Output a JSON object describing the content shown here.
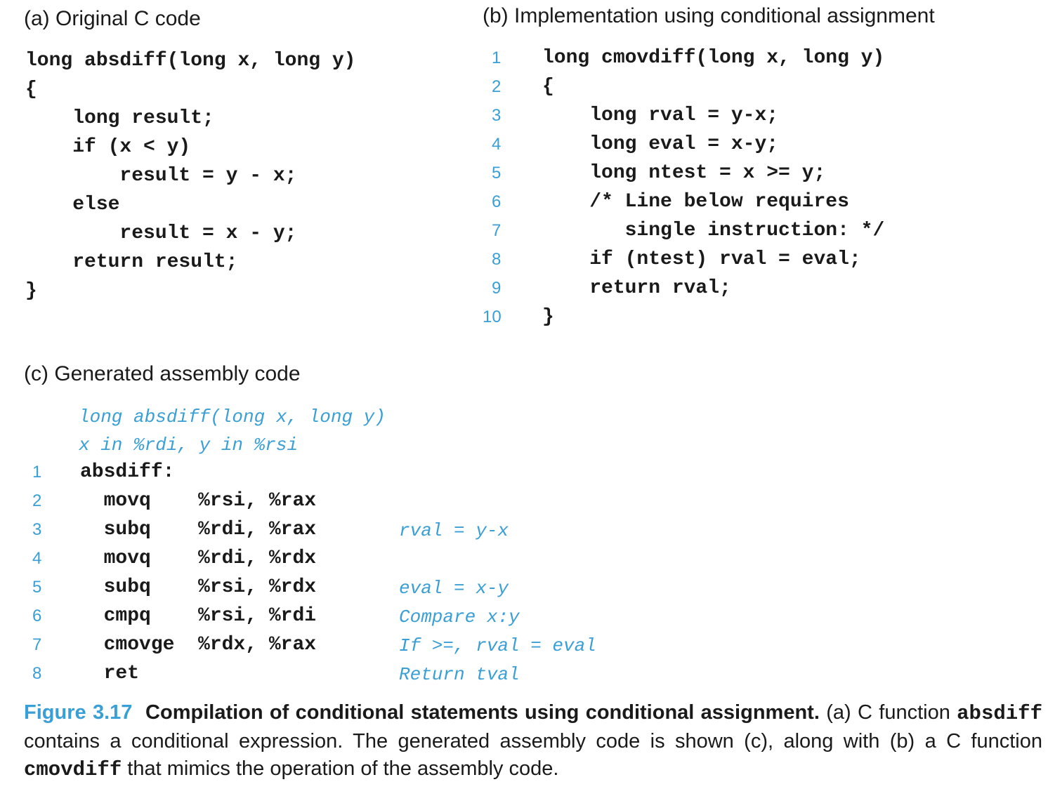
{
  "panel_a": {
    "title": "(a) Original C code",
    "lines": [
      "long absdiff(long x, long y)",
      "{",
      "    long result;",
      "    if (x < y)",
      "        result = y - x;",
      "    else",
      "        result = x - y;",
      "    return result;",
      "}"
    ]
  },
  "panel_b": {
    "title": "(b) Implementation using conditional assignment",
    "line_numbers": [
      "1",
      "2",
      "3",
      "4",
      "5",
      "6",
      "7",
      "8",
      "9",
      "10"
    ],
    "lines": [
      "long cmovdiff(long x, long y)",
      "{",
      "    long rval = y-x;",
      "    long eval = x-y;",
      "    long ntest = x >= y;",
      "    /* Line below requires",
      "       single instruction: */",
      "    if (ntest) rval = eval;",
      "    return rval;",
      "}"
    ]
  },
  "panel_c": {
    "title": "(c) Generated assembly code",
    "header_comments": [
      "long absdiff(long x, long y)",
      "x in %rdi, y in %rsi"
    ],
    "line_numbers": [
      "1",
      "2",
      "3",
      "4",
      "5",
      "6",
      "7",
      "8"
    ],
    "lines": [
      "absdiff:",
      "  movq    %rsi, %rax",
      "  subq    %rdi, %rax",
      "  movq    %rdi, %rdx",
      "  subq    %rsi, %rdx",
      "  cmpq    %rsi, %rdi",
      "  cmovge  %rdx, %rax",
      "  ret"
    ],
    "comments": [
      "",
      "",
      "rval = y-x",
      "",
      "eval = x-y",
      "Compare x:y",
      "If >=, rval = eval",
      "Return tval"
    ]
  },
  "caption": {
    "figure_label": "Figure 3.17",
    "title": "Compilation of conditional statements using conditional assignment.",
    "text1": " (a) C function ",
    "code1": "absdiff",
    "text2": " contains a conditional expression. The generated assembly code is shown (c), along with (b) a C function ",
    "code2": "cmovdiff",
    "text3": " that mimics the operation of the assembly code."
  },
  "colors": {
    "accent": "#3a9fd6",
    "text": "#1a1a1a"
  }
}
